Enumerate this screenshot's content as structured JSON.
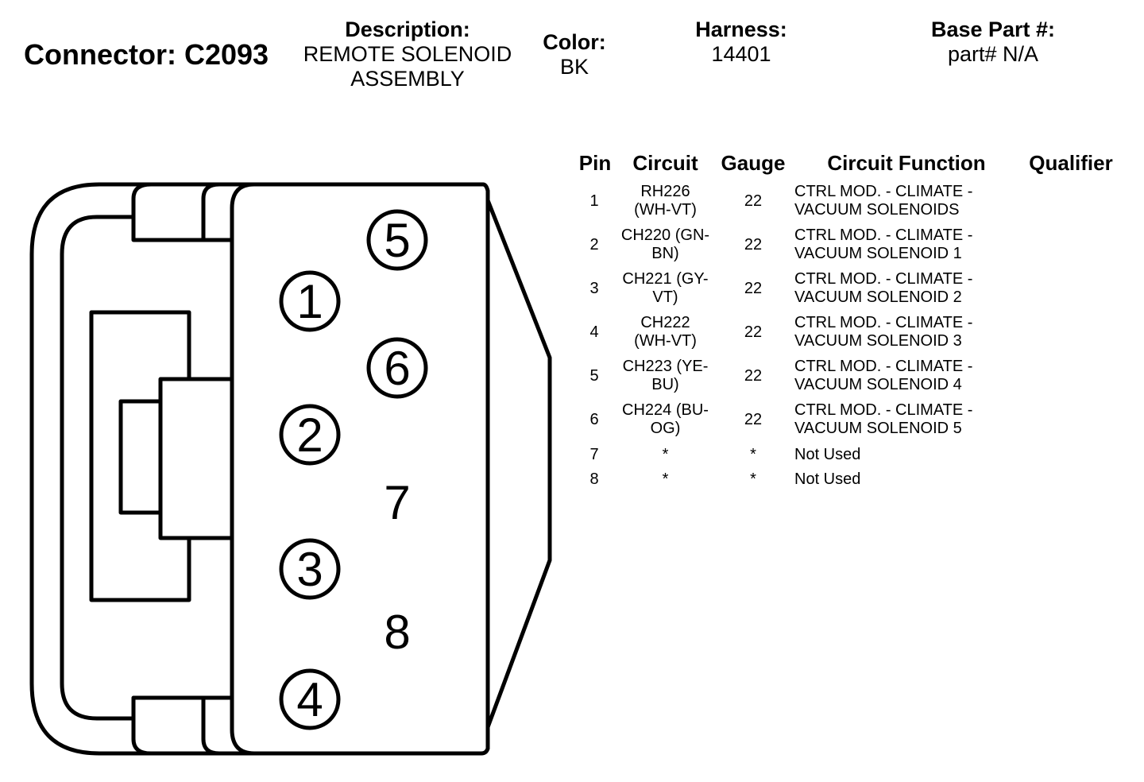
{
  "header": {
    "connector": "Connector: C2093",
    "description_label": "Description:",
    "description_value": [
      "REMOTE SOLENOID",
      "ASSEMBLY"
    ],
    "color_label": "Color:",
    "color_value": "BK",
    "harness_label": "Harness:",
    "harness_value": "14401",
    "base_part_label": "Base Part #:",
    "base_part_value": "part# N/A"
  },
  "table": {
    "headers": [
      "Pin",
      "Circuit",
      "Gauge",
      "Circuit Function",
      "Qualifier"
    ],
    "rows": [
      {
        "pin": "1",
        "circuit": [
          "RH226",
          "(WH-VT)"
        ],
        "gauge": "22",
        "function": [
          "CTRL MOD. - CLIMATE -",
          "VACUUM SOLENOIDS"
        ],
        "qualifier": ""
      },
      {
        "pin": "2",
        "circuit": [
          "CH220 (GN-",
          "BN)"
        ],
        "gauge": "22",
        "function": [
          "CTRL MOD. - CLIMATE -",
          "VACUUM SOLENOID 1"
        ],
        "qualifier": ""
      },
      {
        "pin": "3",
        "circuit": [
          "CH221 (GY-",
          "VT)"
        ],
        "gauge": "22",
        "function": [
          "CTRL MOD. - CLIMATE -",
          "VACUUM SOLENOID 2"
        ],
        "qualifier": ""
      },
      {
        "pin": "4",
        "circuit": [
          "CH222",
          "(WH-VT)"
        ],
        "gauge": "22",
        "function": [
          "CTRL MOD. - CLIMATE -",
          "VACUUM SOLENOID 3"
        ],
        "qualifier": ""
      },
      {
        "pin": "5",
        "circuit": [
          "CH223 (YE-",
          "BU)"
        ],
        "gauge": "22",
        "function": [
          "CTRL MOD. - CLIMATE -",
          "VACUUM SOLENOID 4"
        ],
        "qualifier": ""
      },
      {
        "pin": "6",
        "circuit": [
          "CH224 (BU-",
          "OG)"
        ],
        "gauge": "22",
        "function": [
          "CTRL MOD. - CLIMATE -",
          "VACUUM SOLENOID 5"
        ],
        "qualifier": ""
      },
      {
        "pin": "7",
        "circuit": [
          "*"
        ],
        "gauge": "*",
        "function": [
          "Not Used"
        ],
        "qualifier": ""
      },
      {
        "pin": "8",
        "circuit": [
          "*"
        ],
        "gauge": "*",
        "function": [
          "Not Used"
        ],
        "qualifier": ""
      }
    ]
  },
  "connector_face": {
    "pins": [
      {
        "label": "1",
        "circled": true
      },
      {
        "label": "2",
        "circled": true
      },
      {
        "label": "3",
        "circled": true
      },
      {
        "label": "4",
        "circled": true
      },
      {
        "label": "5",
        "circled": true
      },
      {
        "label": "6",
        "circled": true
      },
      {
        "label": "7",
        "circled": false
      },
      {
        "label": "8",
        "circled": false
      }
    ]
  },
  "colors": {
    "ink": "#000000",
    "background": "#ffffff"
  }
}
